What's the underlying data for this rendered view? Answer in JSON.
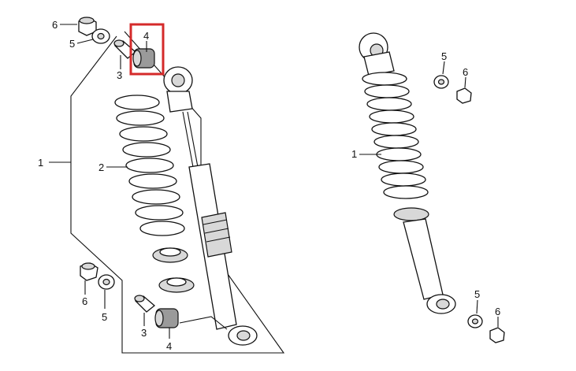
{
  "callouts": {
    "exploded": {
      "nut_top": "6",
      "washer_top": "5",
      "collar_top": "3",
      "bushing_top": "4",
      "shock_assembly": "1",
      "spring": "2",
      "nut_bottom": "6",
      "washer_bottom": "5",
      "collar_bottom": "3",
      "bushing_bottom": "4"
    },
    "assembled": {
      "shock_assembly": "1",
      "washer_top": "5",
      "nut_top": "6",
      "washer_bottom": "5",
      "nut_bottom": "6"
    }
  },
  "highlight": {
    "target": "4",
    "color": "#d42a2a"
  }
}
